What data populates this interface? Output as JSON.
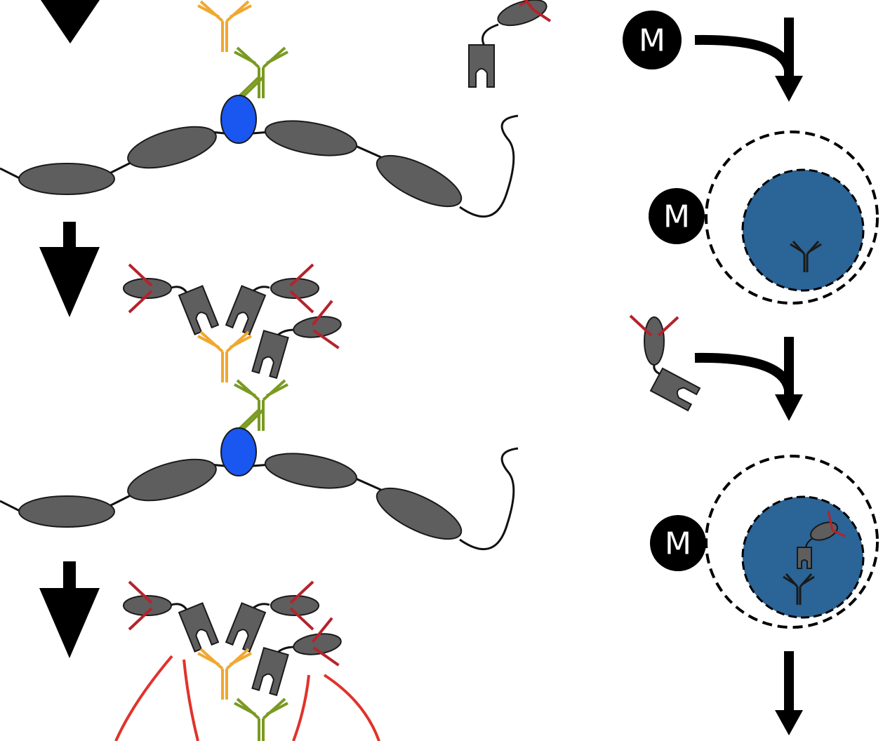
{
  "labels": {
    "m_top": "M",
    "m_cell_1": "M",
    "m_cell_2": "M"
  },
  "colors": {
    "domain_gray": "#5e5e5e",
    "outline": "#1a1a1a",
    "antigen_blue": "#1a56f0",
    "nucleus_blue": "#2b6496",
    "primary_antibody_green": "#7a9a22",
    "secondary_antibody_orange": "#f0a830",
    "label_red": "#b5232b",
    "field_red": "#e0332b",
    "arrow_black": "#000000"
  },
  "icons": [
    "down-arrow-icon",
    "curved-arrow-icon",
    "membrane-icon",
    "antibody-icon",
    "binding-domain-icon",
    "cell-icon"
  ]
}
